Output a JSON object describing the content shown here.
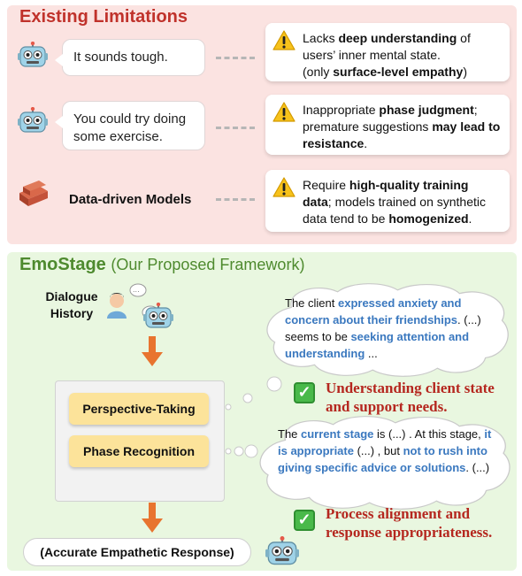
{
  "limitations": {
    "title": "Existing Limitations",
    "rows": [
      {
        "speech": "It sounds tough.",
        "issue": {
          "a": "Lacks ",
          "b": "deep understanding",
          "c": " of users’ inner mental state.",
          "d": "(only ",
          "e": "surface-level empathy",
          "f": ")"
        }
      },
      {
        "speech": "You could try doing some exercise.",
        "issue": {
          "a": "Inappropriate ",
          "b": "phase judgment",
          "c": "; premature suggestions ",
          "d": "may lead to resistance",
          "e": "."
        }
      },
      {
        "label": "Data-driven Models",
        "issue": {
          "a": "Require ",
          "b": "high-quality training data",
          "c": "; models trained on synthetic data tend to be ",
          "d": "homogenized",
          "e": "."
        }
      }
    ]
  },
  "framework": {
    "name": "EmoStage",
    "subtitle": "(Our Proposed Framework)",
    "dialogue_history": "Dialogue History",
    "modules": [
      "Perspective-Taking",
      "Phase Recognition"
    ],
    "thought1": {
      "a": "The client ",
      "b": "expressed anxiety and concern about their friendships",
      "c": ". (...) seems to be ",
      "d": "seeking attention and understanding",
      "e": " ..."
    },
    "result1": "Understanding client state and support needs.",
    "thought2": {
      "a": "The ",
      "b": "current stage",
      "c": " is (...) . At this stage, ",
      "d": "it is appropriate",
      "e": " (...) , but ",
      "f": "not to rush into giving specific advice or solutions",
      "g": ". (...)"
    },
    "result2": "Process alignment and response appropriateness.",
    "final": "(Accurate Empathetic Response)"
  }
}
